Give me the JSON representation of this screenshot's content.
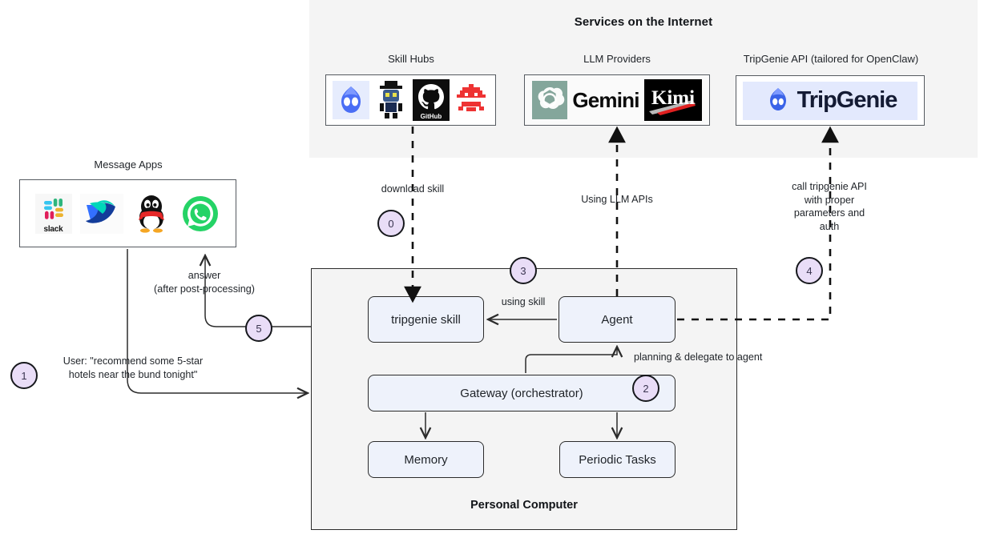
{
  "internet_panel": {
    "title": "Services on the Internet",
    "groups": [
      {
        "caption": "Skill Hubs",
        "name": "skill-hubs",
        "logos": [
          "openclaw-mascot-icon",
          "robot-hat-icon",
          "github-icon",
          "crab-pixel-icon"
        ]
      },
      {
        "caption": "LLM Providers",
        "name": "llm-providers",
        "logos": [
          "openai-icon",
          "gemini-wordmark",
          "kimi-wordmark"
        ],
        "gemini_text": "Gemini",
        "kimi_text": "Kimi"
      },
      {
        "caption": "TripGenie API (tailored for OpenClaw)",
        "name": "tripgenie-api",
        "logos": [
          "tripgenie-mascot-icon",
          "tripgenie-wordmark"
        ],
        "tripgenie_text": "TripGenie"
      }
    ]
  },
  "message_apps": {
    "caption": "Message Apps",
    "logos": [
      "slack-icon",
      "lark-icon",
      "qq-penguin-icon",
      "whatsapp-icon"
    ],
    "slack_word": "slack"
  },
  "personal_computer": {
    "label": "Personal Computer",
    "nodes": [
      {
        "id": "tripgenie-skill",
        "label": "tripgenie skill"
      },
      {
        "id": "agent",
        "label": "Agent"
      },
      {
        "id": "gateway",
        "label": "Gateway (orchestrator)"
      },
      {
        "id": "memory",
        "label": "Memory"
      },
      {
        "id": "periodic-tasks",
        "label": "Periodic Tasks"
      }
    ]
  },
  "edge_labels": {
    "download_skill": "download skill",
    "using_llm_apis": "Using LLM APIs",
    "call_tripgenie": "call tripgenie API\nwith proper\nparameters and\nauth",
    "call_tripgenie_l1": "call tripgenie API",
    "call_tripgenie_l2": "with proper",
    "call_tripgenie_l3": "parameters and",
    "call_tripgenie_l4": "auth",
    "using_skill": "using skill",
    "planning_delegate": "planning & delegate to agent",
    "answer_l1": "answer",
    "answer_l2": "(after post-processing)",
    "user_request_l1": "User: \"recommend some 5-star",
    "user_request_l2": "hotels near the bund tonight\""
  },
  "steps": [
    {
      "num": "0",
      "name": "step-badge-0"
    },
    {
      "num": "1",
      "name": "step-badge-1"
    },
    {
      "num": "2",
      "name": "step-badge-2"
    },
    {
      "num": "3",
      "name": "step-badge-3"
    },
    {
      "num": "4",
      "name": "step-badge-4"
    },
    {
      "num": "5",
      "name": "step-badge-5"
    }
  ],
  "colors": {
    "panel_bg": "#f4f4f4",
    "node_fill": "#eef2fb",
    "badge_fill": "#e9ddf7",
    "stroke": "#2b2b2b",
    "slack_blue": "#36c5f0",
    "whatsapp_green": "#25d366",
    "tripgenie_navy": "#141b34",
    "tripgenie_bg": "#e3e9fd"
  }
}
